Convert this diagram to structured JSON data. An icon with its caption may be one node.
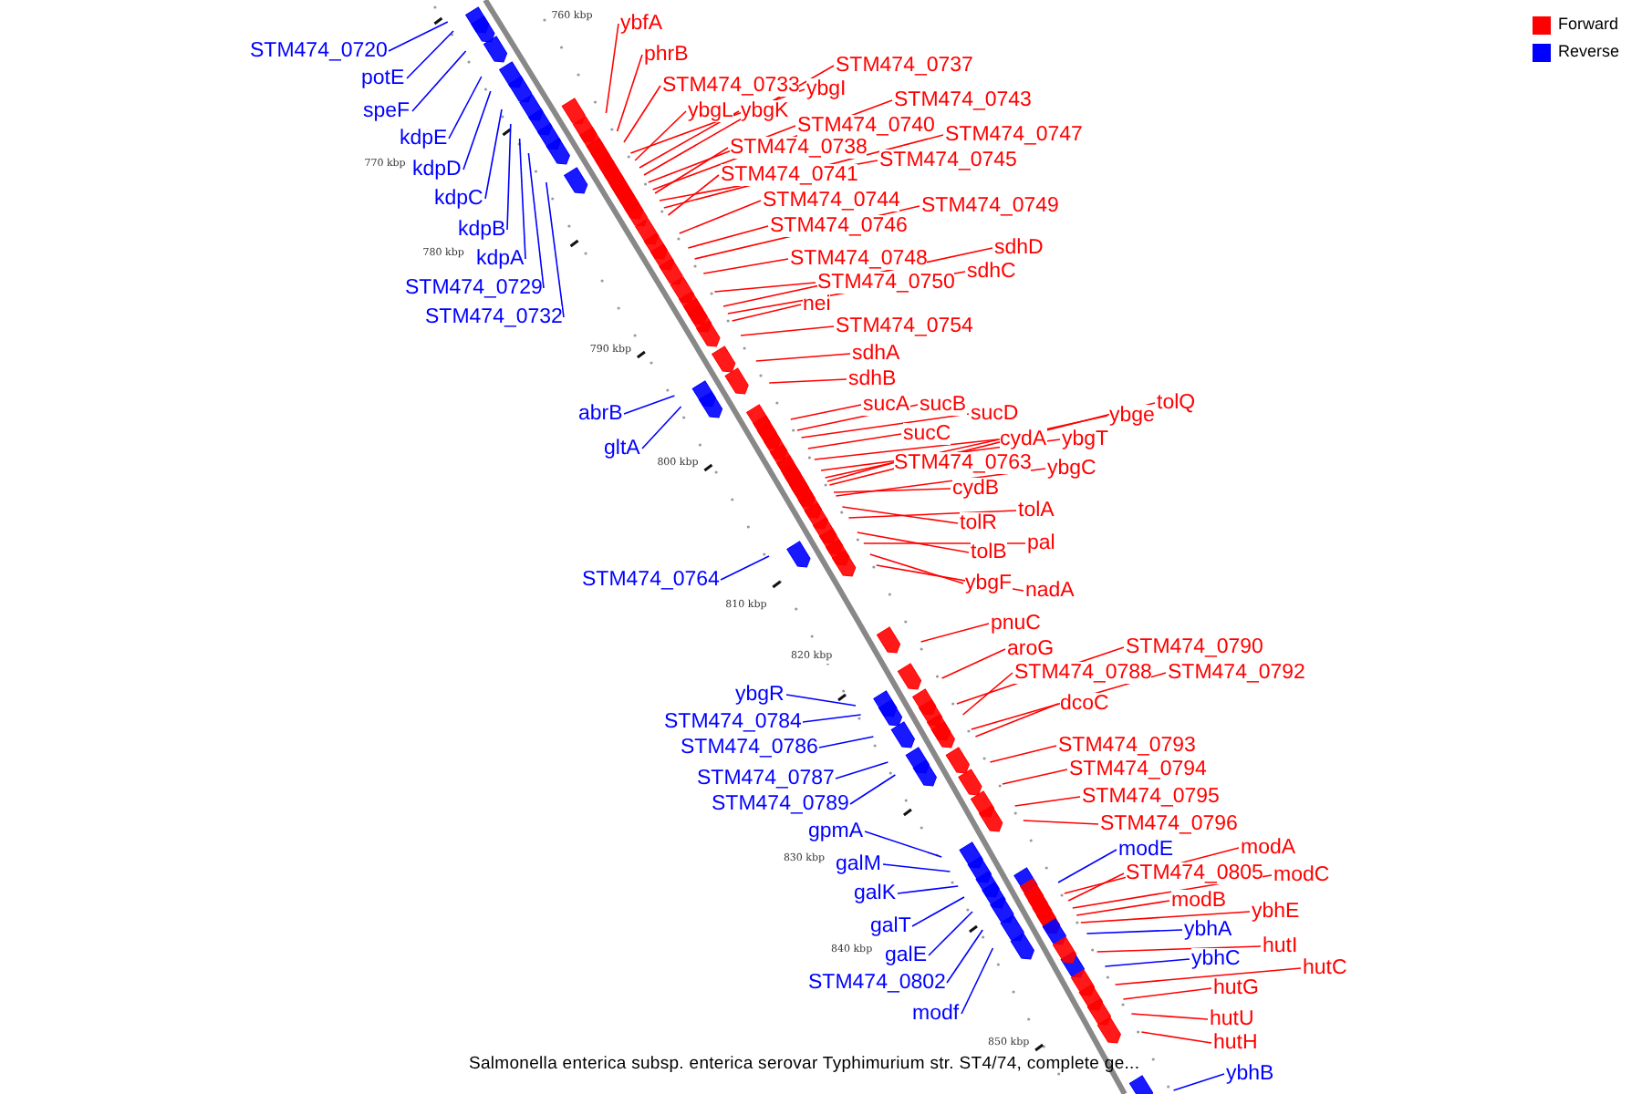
{
  "diagram": {
    "caption": "Salmonella enterica subsp. enterica serovar Typhimurium str. ST4/74, complete ge...",
    "nodes": [
      {
        "text": [
          "STM474_0720"
        ]
      },
      {
        "text": [
          "potE"
        ]
      },
      {
        "text": [
          "speF"
        ]
      },
      {
        "text": [
          "kdpE"
        ]
      },
      {
        "text": [
          "kdpD"
        ]
      },
      {
        "text": [
          "kdpC"
        ]
      },
      {
        "text": [
          "kdpB"
        ]
      },
      {
        "text": [
          "kdpA"
        ]
      },
      {
        "text": [
          "STM474_0729"
        ]
      },
      {
        "text": [
          "STM474_0732"
        ]
      },
      {
        "text": [
          "ybfA"
        ]
      },
      {
        "text": [
          "phrB"
        ]
      },
      {
        "text": [
          "STM474_0733"
        ]
      },
      {
        "text": [
          "ybgI"
        ]
      },
      {
        "text": [
          "ybgL"
        ]
      },
      {
        "text": [
          "ybgK"
        ]
      },
      {
        "text": [
          "STM474_0737"
        ]
      },
      {
        "text": [
          "STM474_0740"
        ]
      },
      {
        "text": [
          "STM474_0743"
        ]
      },
      {
        "text": [
          "STM474_0738"
        ]
      },
      {
        "text": [
          "STM474_0745"
        ]
      },
      {
        "text": [
          "STM474_0747"
        ]
      },
      {
        "text": [
          "STM474_0741"
        ]
      },
      {
        "text": [
          "STM474_0744"
        ]
      },
      {
        "text": [
          "STM474_0746"
        ]
      },
      {
        "text": [
          "STM474_0749"
        ]
      },
      {
        "text": [
          "STM474_0748"
        ]
      },
      {
        "text": [
          "STM474_0750"
        ]
      },
      {
        "text": [
          "sdhD"
        ]
      },
      {
        "text": [
          "sdhC"
        ]
      },
      {
        "text": [
          "nei"
        ]
      },
      {
        "text": [
          "STM474_0754"
        ]
      },
      {
        "text": [
          "sdhA"
        ]
      },
      {
        "text": [
          "sdhB"
        ]
      },
      {
        "text": [
          "abrB"
        ]
      },
      {
        "text": [
          "gltA"
        ]
      },
      {
        "text": [
          "sucA"
        ]
      },
      {
        "text": [
          "sucB"
        ]
      },
      {
        "text": [
          "sucD"
        ]
      },
      {
        "text": [
          "sucC"
        ]
      },
      {
        "text": [
          "cydA"
        ]
      },
      {
        "text": [
          "ybgT"
        ]
      },
      {
        "text": [
          "ybge"
        ]
      },
      {
        "text": [
          "tolQ"
        ]
      },
      {
        "text": [
          "STM474_0763"
        ]
      },
      {
        "text": [
          "ybgC"
        ]
      },
      {
        "text": [
          "cydB"
        ]
      },
      {
        "text": [
          "tolR"
        ]
      },
      {
        "text": [
          "tolA"
        ]
      },
      {
        "text": [
          "STM474_0764"
        ]
      },
      {
        "text": [
          "tolB"
        ]
      },
      {
        "text": [
          "pal"
        ]
      },
      {
        "text": [
          "ybgF"
        ]
      },
      {
        "text": [
          "nadA"
        ]
      },
      {
        "text": [
          "pnuC"
        ]
      },
      {
        "text": [
          "aroG"
        ]
      },
      {
        "text": [
          "STM474_0790"
        ]
      },
      {
        "text": [
          "STM474_0788"
        ]
      },
      {
        "text": [
          "STM474_0792"
        ]
      },
      {
        "text": [
          "dcoC"
        ]
      },
      {
        "text": [
          "ybgR"
        ]
      },
      {
        "text": [
          "STM474_0784"
        ]
      },
      {
        "text": [
          "STM474_0786"
        ]
      },
      {
        "text": [
          "STM474_0787"
        ]
      },
      {
        "text": [
          "STM474_0789"
        ]
      },
      {
        "text": [
          "STM474_0793"
        ]
      },
      {
        "text": [
          "STM474_0794"
        ]
      },
      {
        "text": [
          "STM474_0795"
        ]
      },
      {
        "text": [
          "STM474_0796"
        ]
      },
      {
        "text": [
          "gpmA"
        ]
      },
      {
        "text": [
          "galM"
        ]
      },
      {
        "text": [
          "galK"
        ]
      },
      {
        "text": [
          "galT"
        ]
      },
      {
        "text": [
          "galE"
        ]
      },
      {
        "text": [
          "STM474_0802"
        ]
      },
      {
        "text": [
          "modf"
        ]
      },
      {
        "text": [
          "modE"
        ]
      },
      {
        "text": [
          "modA"
        ]
      },
      {
        "text": [
          "STM474_0805"
        ]
      },
      {
        "text": [
          "modC"
        ]
      },
      {
        "text": [
          "modB"
        ]
      },
      {
        "text": [
          "ybhE"
        ]
      },
      {
        "text": [
          "ybhA"
        ]
      },
      {
        "text": [
          "ybhC"
        ]
      },
      {
        "text": [
          "hutI"
        ]
      },
      {
        "text": [
          "hutC"
        ]
      },
      {
        "text": [
          "hutG"
        ]
      },
      {
        "text": [
          "hutU"
        ]
      },
      {
        "text": [
          "hutH"
        ]
      },
      {
        "text": [
          "ybhB"
        ]
      }
    ],
    "edges": [
      {
        "from": 0,
        "to": null,
        "arrow": "none",
        "color": "#0000ff"
      },
      {
        "from": 1,
        "to": null,
        "arrow": "none",
        "color": "#0000ff"
      },
      {
        "from": 2,
        "to": null,
        "arrow": "none",
        "color": "#0000ff"
      },
      {
        "from": 3,
        "to": null,
        "arrow": "none",
        "color": "#0000ff"
      },
      {
        "from": 4,
        "to": null,
        "arrow": "none",
        "color": "#0000ff"
      },
      {
        "from": 5,
        "to": null,
        "arrow": "none",
        "color": "#0000ff"
      },
      {
        "from": 6,
        "to": null,
        "arrow": "none",
        "color": "#0000ff"
      },
      {
        "from": 7,
        "to": null,
        "arrow": "none",
        "color": "#0000ff"
      },
      {
        "from": 8,
        "to": null,
        "arrow": "none",
        "color": "#0000ff"
      },
      {
        "from": 9,
        "to": null,
        "arrow": "none",
        "color": "#0000ff"
      },
      {
        "from": 10,
        "to": null,
        "arrow": "none"
      },
      {
        "from": 11,
        "to": null,
        "arrow": "none"
      },
      {
        "from": 12,
        "to": null,
        "arrow": "none"
      },
      {
        "from": 13,
        "to": null,
        "arrow": "none"
      },
      {
        "from": 14,
        "to": null,
        "arrow": "none"
      },
      {
        "from": 15,
        "to": null,
        "arrow": "none"
      },
      {
        "from": 16,
        "to": null,
        "arrow": "none"
      },
      {
        "from": 17,
        "to": null,
        "arrow": "none"
      },
      {
        "from": 18,
        "to": null,
        "arrow": "none"
      },
      {
        "from": 19,
        "to": null,
        "arrow": "none"
      },
      {
        "from": 20,
        "to": null,
        "arrow": "none"
      },
      {
        "from": 21,
        "to": null,
        "arrow": "none"
      },
      {
        "from": 22,
        "to": null,
        "arrow": "none"
      },
      {
        "from": 23,
        "to": null,
        "arrow": "none"
      },
      {
        "from": 24,
        "to": null,
        "arrow": "none"
      },
      {
        "from": 25,
        "to": null,
        "arrow": "none"
      },
      {
        "from": 26,
        "to": null,
        "arrow": "none"
      },
      {
        "from": 27,
        "to": null,
        "arrow": "none"
      },
      {
        "from": 28,
        "to": null,
        "arrow": "none"
      },
      {
        "from": 29,
        "to": null,
        "arrow": "none"
      },
      {
        "from": 30,
        "to": null,
        "arrow": "none"
      },
      {
        "from": 31,
        "to": null,
        "arrow": "none"
      },
      {
        "from": 32,
        "to": null,
        "arrow": "none"
      },
      {
        "from": 33,
        "to": null,
        "arrow": "none"
      },
      {
        "from": 34,
        "to": null,
        "arrow": "none",
        "color": "#0000ff"
      },
      {
        "from": 35,
        "to": null,
        "arrow": "none",
        "color": "#0000ff"
      },
      {
        "from": 36,
        "to": null,
        "arrow": "none"
      },
      {
        "from": 37,
        "to": null,
        "arrow": "none"
      },
      {
        "from": 38,
        "to": null,
        "arrow": "none"
      },
      {
        "from": 39,
        "to": null,
        "arrow": "none"
      },
      {
        "from": 40,
        "to": null,
        "arrow": "none"
      },
      {
        "from": 41,
        "to": null,
        "arrow": "none"
      },
      {
        "from": 42,
        "to": null,
        "arrow": "none"
      },
      {
        "from": 43,
        "to": null,
        "arrow": "none"
      },
      {
        "from": 44,
        "to": null,
        "arrow": "none"
      },
      {
        "from": 45,
        "to": null,
        "arrow": "none"
      },
      {
        "from": 46,
        "to": null,
        "arrow": "none"
      },
      {
        "from": 47,
        "to": null,
        "arrow": "none"
      },
      {
        "from": 48,
        "to": null,
        "arrow": "none"
      },
      {
        "from": 49,
        "to": null,
        "arrow": "none",
        "color": "#0000ff"
      },
      {
        "from": 50,
        "to": null,
        "arrow": "none"
      },
      {
        "from": 51,
        "to": null,
        "arrow": "none"
      },
      {
        "from": 52,
        "to": null,
        "arrow": "none"
      },
      {
        "from": 53,
        "to": null,
        "arrow": "none"
      },
      {
        "from": 54,
        "to": null,
        "arrow": "none"
      },
      {
        "from": 55,
        "to": null,
        "arrow": "none"
      },
      {
        "from": 56,
        "to": null,
        "arrow": "none"
      },
      {
        "from": 57,
        "to": null,
        "arrow": "none"
      },
      {
        "from": 58,
        "to": null,
        "arrow": "none"
      },
      {
        "from": 59,
        "to": null,
        "arrow": "none"
      },
      {
        "from": 60,
        "to": null,
        "arrow": "none",
        "color": "#0000ff"
      },
      {
        "from": 61,
        "to": null,
        "arrow": "none",
        "color": "#0000ff"
      },
      {
        "from": 62,
        "to": null,
        "arrow": "none",
        "color": "#0000ff"
      },
      {
        "from": 63,
        "to": null,
        "arrow": "none",
        "color": "#0000ff"
      },
      {
        "from": 64,
        "to": null,
        "arrow": "none",
        "color": "#0000ff"
      },
      {
        "from": 65,
        "to": null,
        "arrow": "none"
      },
      {
        "from": 66,
        "to": null,
        "arrow": "none"
      },
      {
        "from": 67,
        "to": null,
        "arrow": "none"
      },
      {
        "from": 68,
        "to": null,
        "arrow": "none"
      },
      {
        "from": 69,
        "to": null,
        "arrow": "none",
        "color": "#0000ff"
      },
      {
        "from": 70,
        "to": null,
        "arrow": "none",
        "color": "#0000ff"
      },
      {
        "from": 71,
        "to": null,
        "arrow": "none",
        "color": "#0000ff"
      },
      {
        "from": 72,
        "to": null,
        "arrow": "none",
        "color": "#0000ff"
      },
      {
        "from": 73,
        "to": null,
        "arrow": "none",
        "color": "#0000ff"
      },
      {
        "from": 74,
        "to": null,
        "arrow": "none",
        "color": "#0000ff"
      },
      {
        "from": 75,
        "to": null,
        "arrow": "none",
        "color": "#0000ff"
      },
      {
        "from": 76,
        "to": null,
        "arrow": "none",
        "color": "#0000ff"
      },
      {
        "from": 77,
        "to": null,
        "arrow": "none"
      },
      {
        "from": 78,
        "to": null,
        "arrow": "none"
      },
      {
        "from": 79,
        "to": null,
        "arrow": "none"
      },
      {
        "from": 80,
        "to": null,
        "arrow": "none"
      },
      {
        "from": 81,
        "to": null,
        "arrow": "none"
      },
      {
        "from": 82,
        "to": null,
        "arrow": "none",
        "color": "#0000ff"
      },
      {
        "from": 83,
        "to": null,
        "arrow": "none",
        "color": "#0000ff"
      },
      {
        "from": 84,
        "to": null,
        "arrow": "none"
      },
      {
        "from": 85,
        "to": null,
        "arrow": "none"
      },
      {
        "from": 86,
        "to": null,
        "arrow": "none"
      },
      {
        "from": 87,
        "to": null,
        "arrow": "none"
      },
      {
        "from": 88,
        "to": null,
        "arrow": "none"
      },
      {
        "from": 89,
        "to": null,
        "arrow": "none",
        "color": "#0000ff"
      }
    ],
    "labels": [
      "760 kbp",
      "770 kbp",
      "780 kbp",
      "790 kbp",
      "800 kbp",
      "810 kbp",
      "820 kbp",
      "830 kbp",
      "840 kbp",
      "850 kbp"
    ],
    "legend": [
      {
        "text": "Forward",
        "color": "#ff0000"
      },
      {
        "text": "Reverse",
        "color": "#0000ff"
      }
    ]
  }
}
